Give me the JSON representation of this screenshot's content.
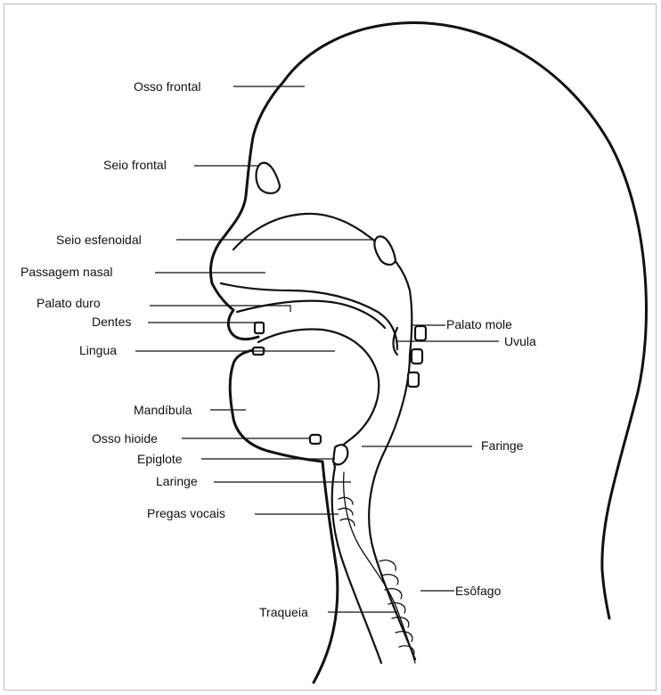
{
  "labels": {
    "osso_frontal": "Osso frontal",
    "seio_frontal": "Seio frontal",
    "seio_esfenoidal": "Seio esfenoidal",
    "passagem_nasal": "Passagem nasal",
    "palato_duro": "Palato duro",
    "dentes": "Dentes",
    "lingua": "Lingua",
    "mandibula": "Mandíbula",
    "osso_hioide": "Osso hioide",
    "epiglote": "Epiglote",
    "laringe": "Laringe",
    "pregas_vocais": "Pregas vocais",
    "traqueia": "Traqueia",
    "palato_mole": "Palato mole",
    "uvula": "Uvula",
    "faringe": "Faringe",
    "esofago": "Esôfago"
  }
}
